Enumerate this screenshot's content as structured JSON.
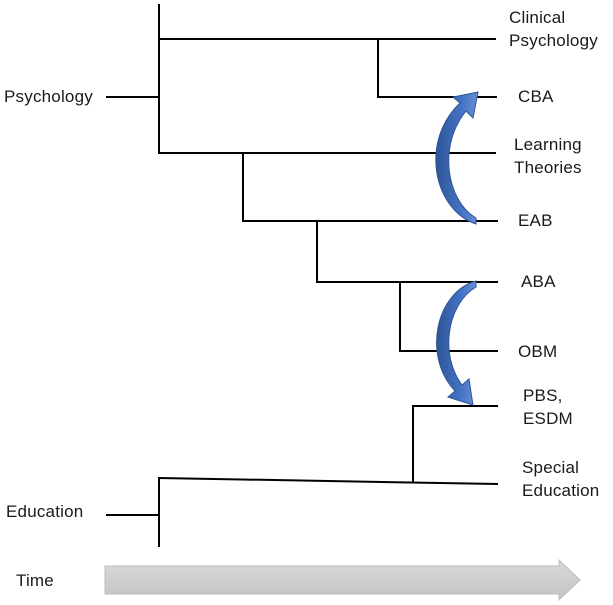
{
  "diagram": {
    "roots": {
      "psychology": "Psychology",
      "education": "Education"
    },
    "leaves": {
      "clinical_psychology": [
        "Clinical",
        "Psychology"
      ],
      "cba": [
        "CBA"
      ],
      "learning_theories": [
        "Learning",
        "Theories"
      ],
      "eab": [
        "EAB"
      ],
      "aba": [
        "ABA"
      ],
      "obm": [
        "OBM"
      ],
      "pbs_esdm": [
        "PBS,",
        "ESDM"
      ],
      "special_education": [
        "Special",
        "Education"
      ]
    },
    "time_label": "Time",
    "colors": {
      "tree_lines": "#000000",
      "influence_arrow": "#4472C4",
      "influence_arrow_edge": "#2F5597",
      "time_arrow": "#D0D0D0"
    }
  }
}
